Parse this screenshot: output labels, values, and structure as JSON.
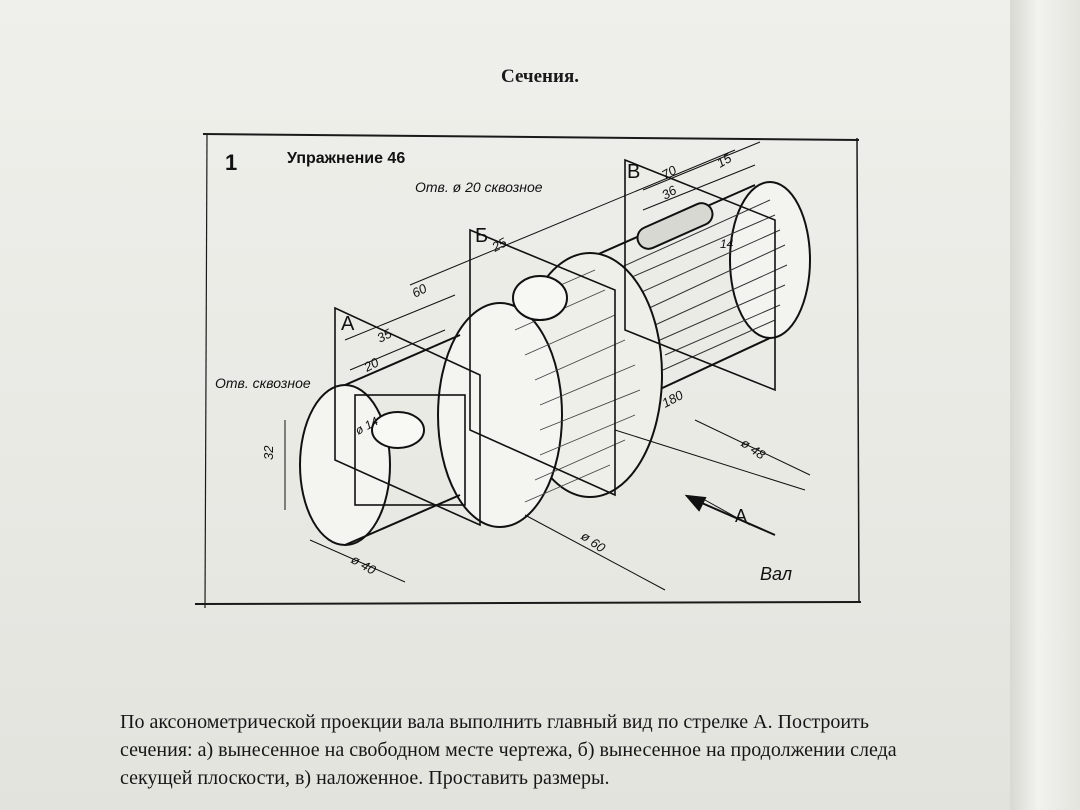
{
  "page": {
    "title": "Сечения."
  },
  "drawing": {
    "figure_number": "1",
    "exercise": "Упражнение 46",
    "note_hole_20": "Отв. ø 20 сквозное",
    "note_hole_through": "Отв. сквозное",
    "section_labels": {
      "a": "А",
      "b": "Б",
      "v": "В"
    },
    "dims": {
      "d60_top": "60",
      "d35": "35",
      "d20": "20",
      "d25": "25",
      "d70": "70",
      "d36": "36",
      "d15": "15",
      "d14_slot": "14",
      "d14_hole": "ø 14",
      "d32": "32",
      "d180": "180",
      "dia48": "ø 48",
      "dia60": "ø 60",
      "dia40": "ø 40"
    },
    "arrow_label": "А",
    "part_name": "Вал"
  },
  "task": {
    "line1": "По аксонометрической проекции вала выполнить главный вид по стрелке А. Построить",
    "line2": "сечения: а) вынесенное на свободном месте чертежа, б) вынесенное на продолжении следа",
    "line3": "секущей плоскости, в) наложенное. Проставить размеры."
  }
}
